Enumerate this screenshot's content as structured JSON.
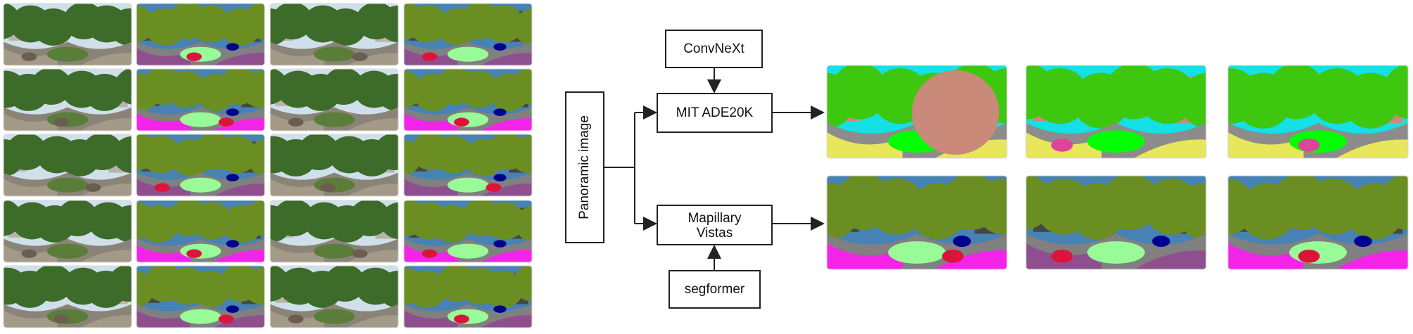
{
  "diagram": {
    "nodes": {
      "panoramic_image": "Panoramic image",
      "convnext": "ConvNeXt",
      "mit_ade20k": "MIT ADE20K",
      "mapillary_line1": "Mapillary",
      "mapillary_line2": "Vistas",
      "segformer": "segformer"
    }
  },
  "colors": {
    "ade_vegetation": "#3ec70f",
    "ade_sky": "#14e0e6",
    "ade_road": "#8c8c8c",
    "ade_sidewalk": "#e8e65a",
    "ade_building": "#c98a7a",
    "ade_grass": "#00ff00",
    "ade_tree_pole": "#e0449a",
    "map_vegetation": "#6b8e23",
    "map_sky": "#4682b4",
    "map_road": "#808080",
    "map_sidewalk": "#f423e8",
    "map_terrain": "#98fb98",
    "map_ground": "#8f4f8f",
    "map_car": "#00008e",
    "map_person": "#dc143c",
    "map_building": "#464646",
    "photo_foliage": "#3d6b2a",
    "photo_paving": "#8a8478",
    "photo_sky": "#cfe0ea"
  },
  "grid_thumbnails": {
    "rows": 5,
    "columns": [
      "photo",
      "segmentation",
      "photo",
      "segmentation"
    ]
  }
}
